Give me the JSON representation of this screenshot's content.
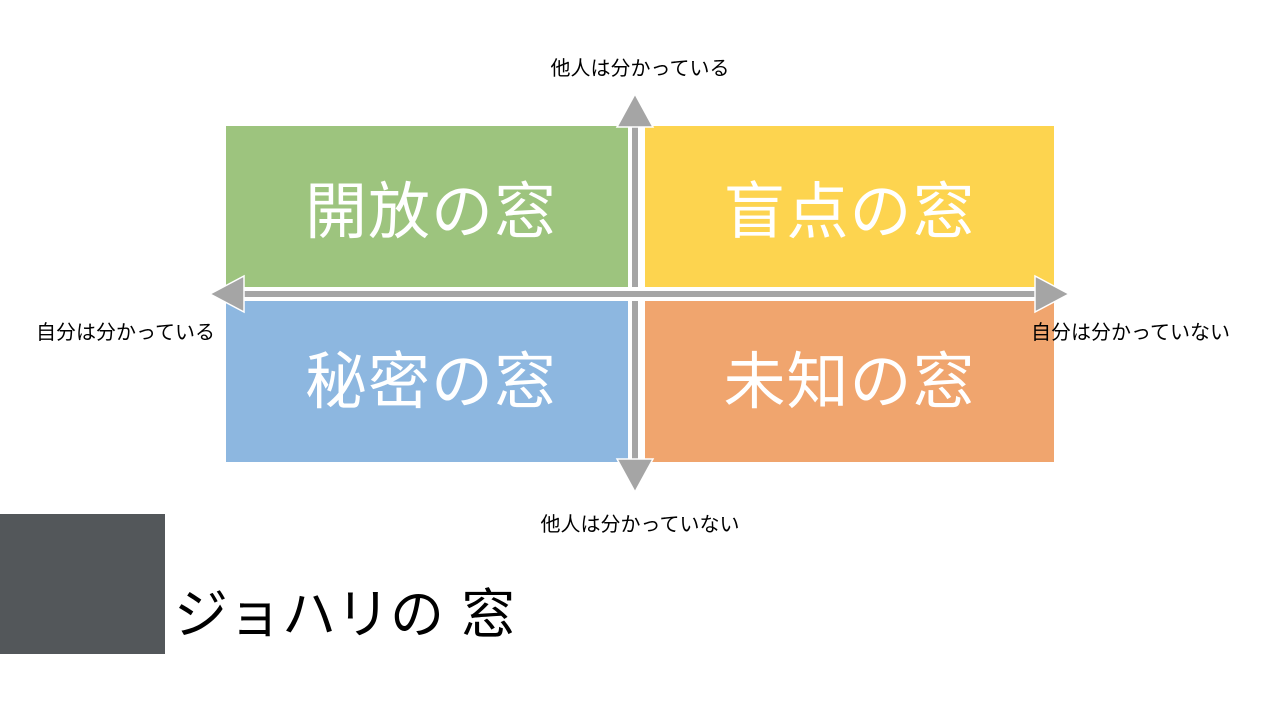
{
  "quadrants": {
    "open": {
      "label": "開放の窓",
      "color": "#9DC47E"
    },
    "blind": {
      "label": "盲点の窓",
      "color": "#FDD44F"
    },
    "hidden": {
      "label": "秘密の窓",
      "color": "#8DB7E0"
    },
    "unknown": {
      "label": "未知の窓",
      "color": "#F0A56E"
    }
  },
  "axes": {
    "top": "他人は分かっている",
    "bottom": "他人は分かっていない",
    "left": "自分は分かっている",
    "right": "自分は分かっていない",
    "color": "#A5A5A5"
  },
  "title": "ジョハリの 窓",
  "title_block_color": "#53575A"
}
